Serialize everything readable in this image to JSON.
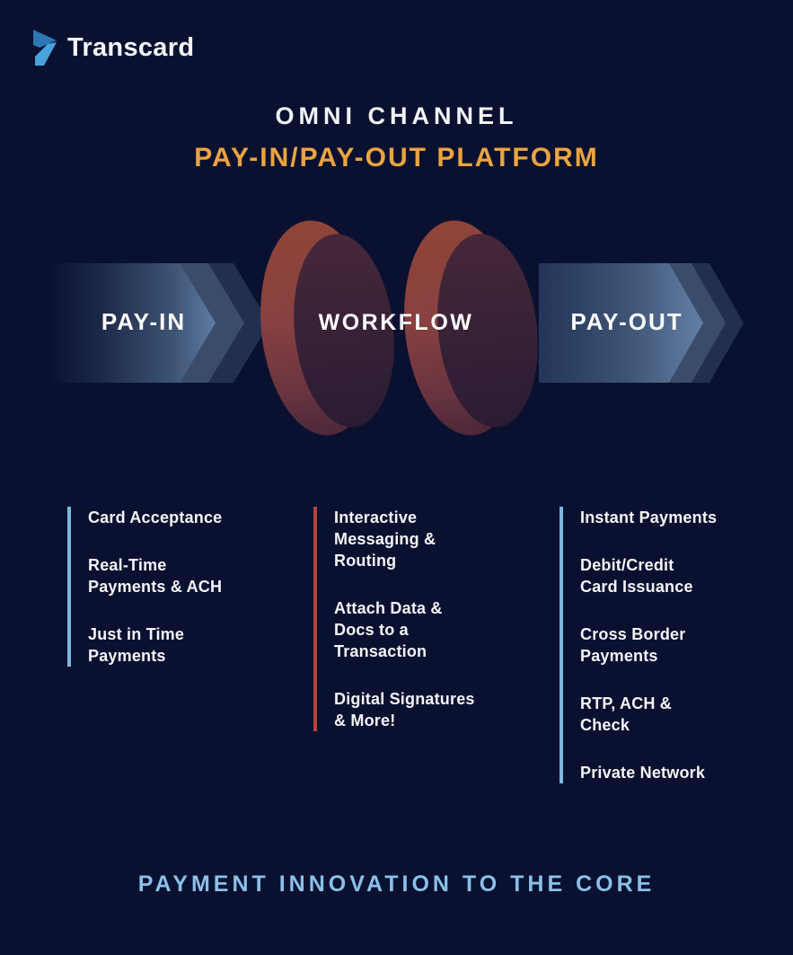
{
  "logo": {
    "text": "Transcard"
  },
  "title": {
    "line1": "OMNI CHANNEL",
    "line2": "PAY-IN/PAY-OUT PLATFORM"
  },
  "flow": {
    "pay_in": "PAY-IN",
    "workflow": "WORKFLOW",
    "pay_out": "PAY-OUT"
  },
  "columns": [
    {
      "name": "pay-in-features",
      "accent_color": "#7fb6df",
      "items": [
        "Card Acceptance",
        "Real-Time\nPayments & ACH",
        "Just in Time\nPayments"
      ]
    },
    {
      "name": "workflow-features",
      "accent_color": "#b5453c",
      "items": [
        "Interactive\nMessaging &\nRouting",
        "Attach Data &\nDocs to a\nTransaction",
        "Digital Signatures\n& More!"
      ]
    },
    {
      "name": "pay-out-features",
      "accent_color": "#7fb6df",
      "items": [
        "Instant Payments",
        "Debit/Credit\nCard Issuance",
        "Cross Border\nPayments",
        "RTP, ACH &\nCheck",
        "Private Network"
      ]
    }
  ],
  "footer": {
    "tagline": "PAYMENT INNOVATION TO THE CORE"
  },
  "colors": {
    "background": "#0a1130",
    "title_white": "#f2f3f6",
    "brand_orange": "#eba440",
    "tagline_blue": "#8bc0e8",
    "bar_blue": "#7fb6df",
    "bar_red": "#b5453c",
    "arrow_steel_blue": "#607ca2",
    "disc_red_brown": "#884140",
    "logo_blue_dark": "#2d77b5",
    "logo_blue_light": "#4aa2dd"
  }
}
